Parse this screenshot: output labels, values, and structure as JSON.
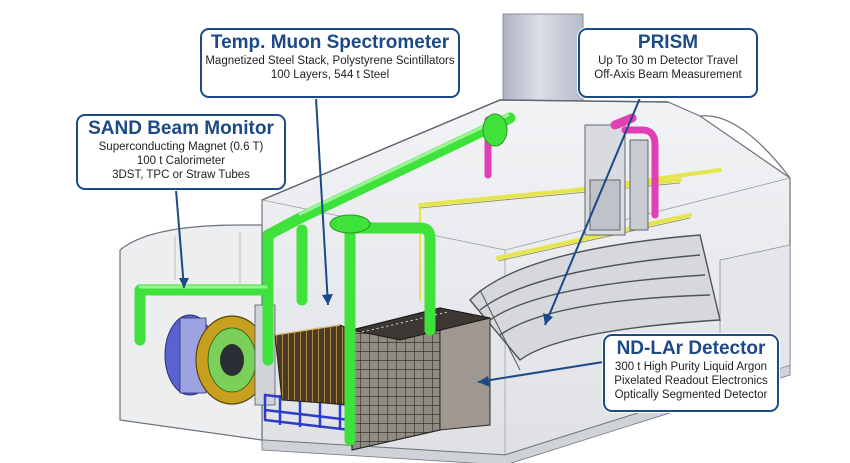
{
  "callouts": {
    "muon": {
      "title": "Temp. Muon Spectrometer",
      "lines": [
        "Magnetized Steel Stack, Polystyrene Scintillators",
        "100 Layers, 544 t Steel"
      ]
    },
    "prism": {
      "title": "PRISM",
      "lines": [
        "Up To 30 m Detector Travel",
        "Off-Axis Beam Measurement"
      ]
    },
    "sand": {
      "title": "SAND Beam Monitor",
      "lines": [
        "Superconducting Magnet (0.6 T)",
        "100 t Calorimeter",
        "3DST, TPC or Straw Tubes"
      ]
    },
    "ndlar": {
      "title": "ND-LAr Detector",
      "lines": [
        "300 t High Purity Liquid Argon",
        "Pixelated Readout Electronics",
        "Optically Segmented Detector"
      ]
    }
  },
  "colors": {
    "callout_border": "#1c4a86",
    "callout_title": "#1c4a86",
    "pipe_green": "#3fe23a",
    "pipe_magenta": "#e23fb4",
    "rail_yellow": "#e6e64a",
    "frame_blue": "#2c3cc8",
    "magnet_gold": "#c8a020",
    "hall_wall": "#e9ebee",
    "hall_edge": "#6e747c",
    "shaft": "#c9ccd8"
  }
}
